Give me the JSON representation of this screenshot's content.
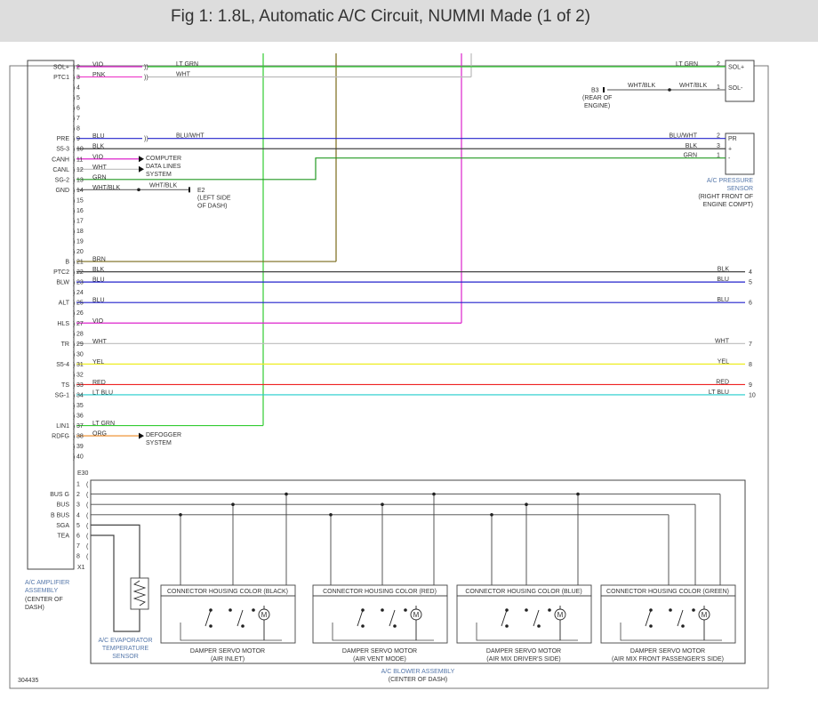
{
  "title": "Fig 1: 1.8L, Automatic A/C Circuit, NUMMI Made (1 of 2)",
  "figure_id": "304435",
  "colors": {
    "LT GRN": "#33cc33",
    "PNK": "#ee44cc",
    "VIO": "#dd22cc",
    "WHT": "#bbbbbb",
    "BLU": "#2222cc",
    "BLK": "#444444",
    "GRN": "#229922",
    "WHT/BLK": "#777777",
    "BRN": "#7a6a1a",
    "YEL": "#eeee22",
    "RED": "#ee2222",
    "LT BLU": "#22cccc",
    "ORG": "#ee8822",
    "BLU/WHT": "#2222cc"
  },
  "amplifier": {
    "label": [
      "A/C AMPLIFIER",
      "ASSEMBLY"
    ],
    "location": [
      "(CENTER OF",
      "DASH)"
    ],
    "connector_e30": "E30",
    "connector_x1": "X1",
    "pins": [
      {
        "n": "2",
        "name": "SOL+",
        "wire": "VIO"
      },
      {
        "n": "3",
        "name": "PTC1",
        "wire": "PNK"
      },
      {
        "n": "4",
        "name": "",
        "wire": ""
      },
      {
        "n": "5",
        "name": "",
        "wire": ""
      },
      {
        "n": "6",
        "name": "",
        "wire": ""
      },
      {
        "n": "7",
        "name": "",
        "wire": ""
      },
      {
        "n": "8",
        "name": "",
        "wire": ""
      },
      {
        "n": "9",
        "name": "PRE",
        "wire": "BLU"
      },
      {
        "n": "10",
        "name": "S5-3",
        "wire": "BLK"
      },
      {
        "n": "11",
        "name": "CANH",
        "wire": "VIO"
      },
      {
        "n": "12",
        "name": "CANL",
        "wire": "WHT"
      },
      {
        "n": "13",
        "name": "SG-2",
        "wire": "GRN"
      },
      {
        "n": "14",
        "name": "GND",
        "wire": "WHT/BLK"
      },
      {
        "n": "15",
        "name": "",
        "wire": ""
      },
      {
        "n": "16",
        "name": "",
        "wire": ""
      },
      {
        "n": "17",
        "name": "",
        "wire": ""
      },
      {
        "n": "18",
        "name": "",
        "wire": ""
      },
      {
        "n": "19",
        "name": "",
        "wire": ""
      },
      {
        "n": "20",
        "name": "",
        "wire": ""
      },
      {
        "n": "21",
        "name": "B",
        "wire": "BRN"
      },
      {
        "n": "22",
        "name": "PTC2",
        "wire": "BLK"
      },
      {
        "n": "23",
        "name": "BLW",
        "wire": "BLU"
      },
      {
        "n": "24",
        "name": "",
        "wire": ""
      },
      {
        "n": "25",
        "name": "ALT",
        "wire": "BLU"
      },
      {
        "n": "26",
        "name": "",
        "wire": ""
      },
      {
        "n": "27",
        "name": "HLS",
        "wire": "VIO"
      },
      {
        "n": "28",
        "name": "",
        "wire": ""
      },
      {
        "n": "29",
        "name": "TR",
        "wire": "WHT"
      },
      {
        "n": "30",
        "name": "",
        "wire": ""
      },
      {
        "n": "31",
        "name": "S5-4",
        "wire": "YEL"
      },
      {
        "n": "32",
        "name": "",
        "wire": ""
      },
      {
        "n": "33",
        "name": "TS",
        "wire": "RED"
      },
      {
        "n": "34",
        "name": "SG-1",
        "wire": "LT BLU"
      },
      {
        "n": "35",
        "name": "",
        "wire": ""
      },
      {
        "n": "36",
        "name": "",
        "wire": ""
      },
      {
        "n": "37",
        "name": "LIN1",
        "wire": "LT GRN"
      },
      {
        "n": "38",
        "name": "RDFG",
        "wire": "ORG"
      },
      {
        "n": "39",
        "name": "",
        "wire": ""
      },
      {
        "n": "40",
        "name": "",
        "wire": ""
      }
    ],
    "x1_pins": [
      {
        "n": "1",
        "name": ""
      },
      {
        "n": "2",
        "name": "BUS G"
      },
      {
        "n": "3",
        "name": "BUS"
      },
      {
        "n": "4",
        "name": "B BUS"
      },
      {
        "n": "5",
        "name": "SGA"
      },
      {
        "n": "6",
        "name": "TEA"
      },
      {
        "n": "7",
        "name": ""
      },
      {
        "n": "8",
        "name": ""
      }
    ]
  },
  "run_wires": [
    {
      "row": 23,
      "label": "BLU",
      "pin": "5"
    },
    {
      "row": 25,
      "label": "BLU",
      "pin": "6"
    },
    {
      "row": 29,
      "label": "WHT",
      "pin": "7"
    },
    {
      "row": 31,
      "label": "YEL",
      "pin": "8"
    },
    {
      "row": 33,
      "label": "RED",
      "pin": "9"
    },
    {
      "row": 34,
      "label": "LT BLU",
      "pin": "10"
    }
  ],
  "run_wire_ptc2": {
    "label": "BLK",
    "pin": "4"
  },
  "solenoid": {
    "pins": [
      "SOL+",
      "SOL-"
    ],
    "wire_sol_plus": {
      "left_label": "LT GRN",
      "right_label": "LT GRN",
      "pin": "2"
    },
    "wire_ptc1": {
      "label": "WHT"
    },
    "wire_sol_minus": {
      "label_a": "WHT/BLK",
      "label_b": "WHT/BLK",
      "pin": "1"
    },
    "ground_b3": {
      "id": "B3",
      "location": [
        "(REAR OF",
        "ENGINE)"
      ]
    }
  },
  "pressure_sensor": {
    "pins": [
      "PR",
      "+",
      "-"
    ],
    "pin_numbers": [
      "2",
      "3",
      "1"
    ],
    "wire_labels": [
      "BLU/WHT",
      "BLK",
      "GRN"
    ],
    "pre_mid_label": "BLU/WHT",
    "label": [
      "A/C PRESSURE",
      "SENSOR"
    ],
    "location": [
      "(RIGHT FRONT OF",
      "ENGINE COMPT)"
    ]
  },
  "can": {
    "label": [
      "COMPUTER",
      "DATA LINES",
      "SYSTEM"
    ]
  },
  "ground_e2": {
    "id": "E2",
    "wire_label": "WHT/BLK",
    "location": [
      "(LEFT SIDE",
      "OF DASH)"
    ]
  },
  "defogger": {
    "label": [
      "DEFOGGER",
      "SYSTEM"
    ]
  },
  "evap_sensor": {
    "label": [
      "A/C EVAPORATOR",
      "TEMPERATURE",
      "SENSOR"
    ]
  },
  "blower": {
    "label": "A/C BLOWER ASSEMBLY",
    "location": "(CENTER OF DASH)",
    "motors": [
      {
        "housing": "CONNECTOR HOUSING COLOR (BLACK)",
        "name": "DAMPER SERVO MOTOR",
        "sub": "(AIR INLET)"
      },
      {
        "housing": "CONNECTOR HOUSING COLOR (RED)",
        "name": "DAMPER SERVO MOTOR",
        "sub": "(AIR VENT MODE)"
      },
      {
        "housing": "CONNECTOR HOUSING COLOR (BLUE)",
        "name": "DAMPER SERVO MOTOR",
        "sub": "(AIR MIX DRIVER'S SIDE)"
      },
      {
        "housing": "CONNECTOR HOUSING COLOR (GREEN)",
        "name": "DAMPER SERVO MOTOR",
        "sub": "(AIR MIX FRONT PASSENGER'S SIDE)"
      }
    ],
    "motor_symbol": "M"
  }
}
